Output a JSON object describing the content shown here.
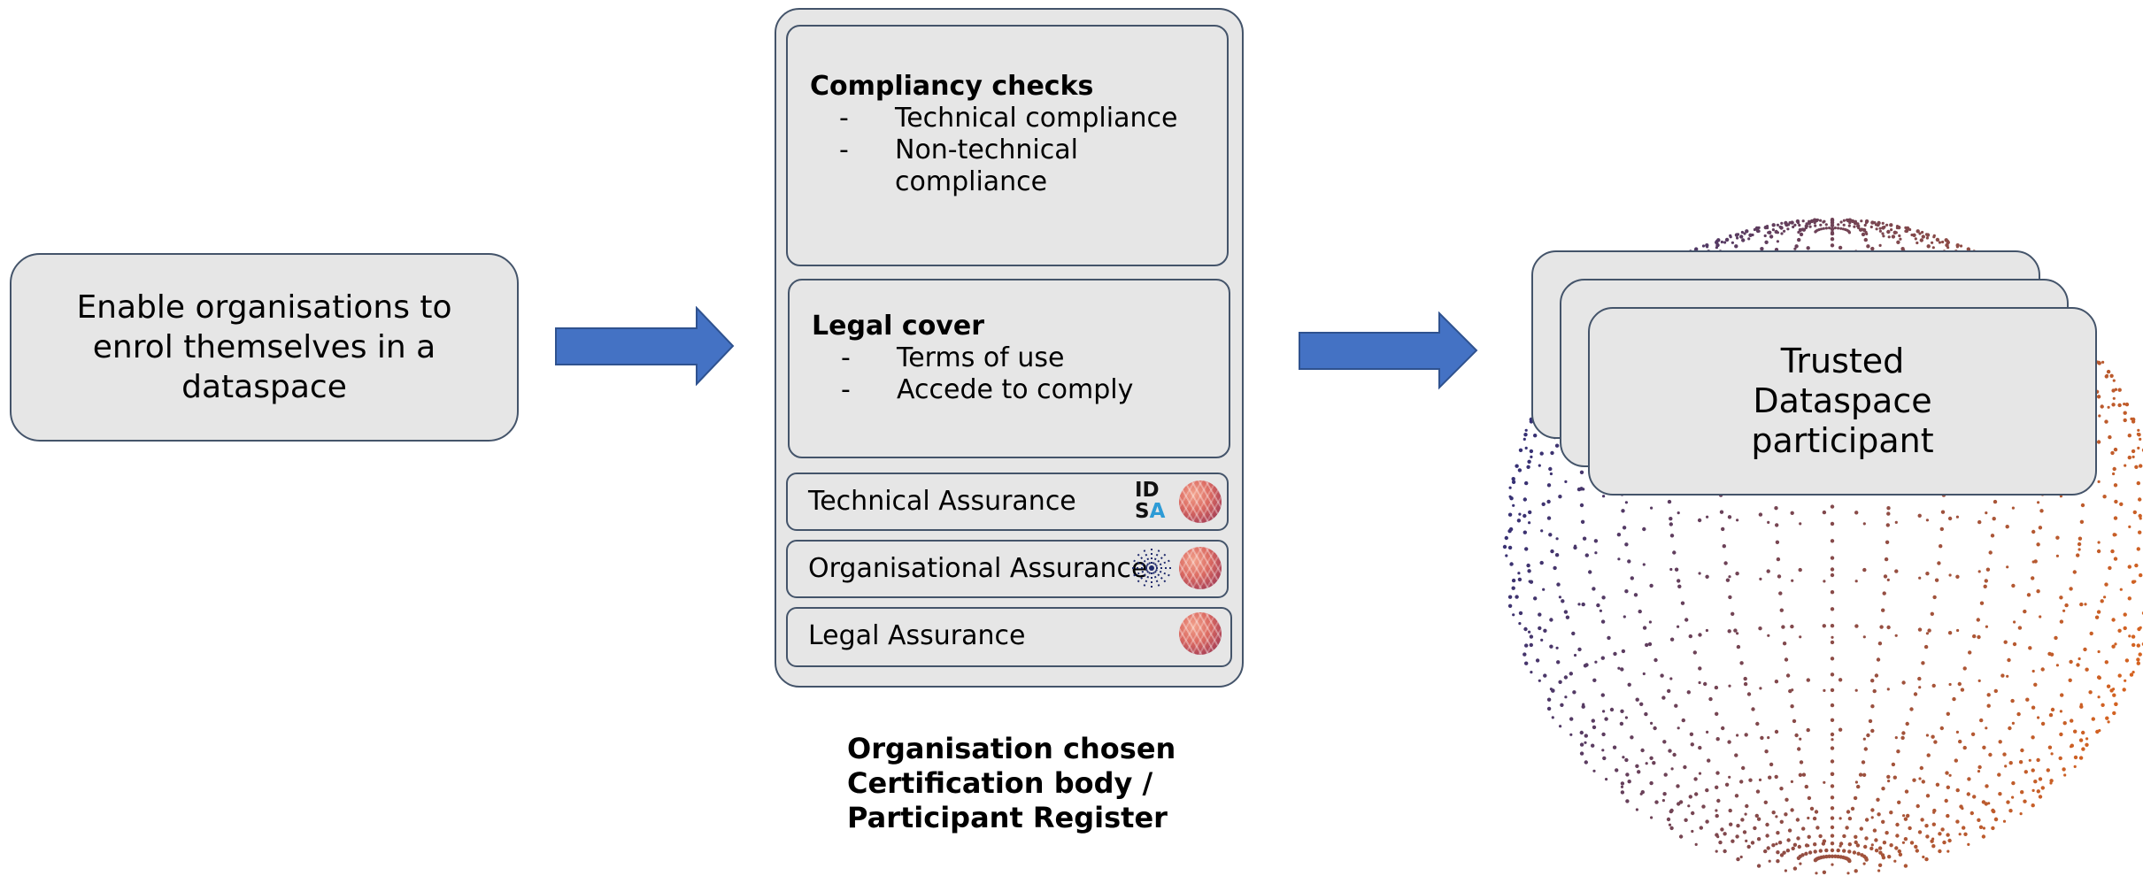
{
  "start": {
    "label": "Enable organisations to enrol themselves in a dataspace"
  },
  "process": {
    "compliancy": {
      "title": "Compliancy checks",
      "items": [
        "Technical compliance",
        "Non-technical compliance"
      ]
    },
    "legal_cover": {
      "title": "Legal cover",
      "items": [
        "Terms of use",
        "Accede to comply"
      ]
    },
    "assurances": [
      {
        "label": "Technical Assurance",
        "logos": [
          "idsa-logo",
          "globe-logo"
        ]
      },
      {
        "label": "Organisational Assurance",
        "logos": [
          "burst-logo",
          "globe-logo"
        ]
      },
      {
        "label": "Legal Assurance",
        "logos": [
          "globe-logo"
        ]
      }
    ],
    "caption_lines": [
      "Organisation chosen",
      "Certification body /",
      "Participant Register"
    ]
  },
  "result": {
    "label": "Trusted Dataspace participant"
  },
  "logos": {
    "idsa": {
      "line1": "ID",
      "line2_s": "S",
      "line2_a": "A"
    }
  },
  "colors": {
    "arrow_fill": "#4472c4",
    "arrow_stroke": "#2f528f",
    "box_fill": "#e6e6e6",
    "box_border": "#44546a",
    "globe_start": "#2b2d7a",
    "globe_end": "#e0661a",
    "idsa_accent": "#2d9bd6"
  }
}
